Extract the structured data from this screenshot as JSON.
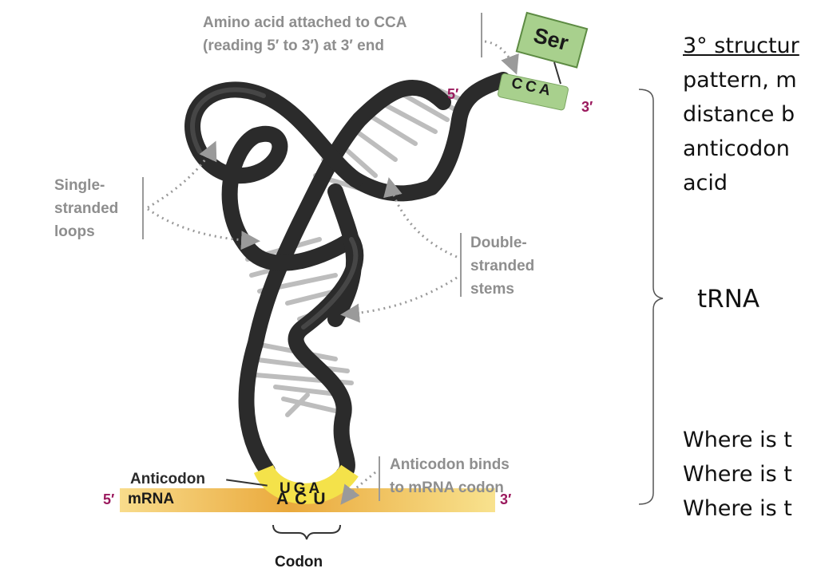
{
  "diagram": {
    "callouts": {
      "amino_acid_line1": "Amino acid attached to CCA",
      "amino_acid_line2": "(reading 5′ to 3′) at 3′ end",
      "loops_line1": "Single-",
      "loops_line2": "stranded",
      "loops_line3": "loops",
      "stems_line1": "Double-",
      "stems_line2": "stranded",
      "stems_line3": "stems",
      "anticodon_binds_line1": "Anticodon binds",
      "anticodon_binds_line2": "to mRNA codon"
    },
    "labels": {
      "ser": "Ser",
      "cca": [
        "C",
        "C",
        "A"
      ],
      "trna_5prime": "5′",
      "trna_3prime": "3′",
      "anticodon": "Anticodon",
      "anticodon_bases": [
        "U",
        "G",
        "A"
      ],
      "mrna": "mRNA",
      "mrna_5prime": "5′",
      "mrna_3prime": "3′",
      "codon_bases": [
        "A",
        "C",
        "U"
      ],
      "codon": "Codon"
    },
    "colors": {
      "backbone": "#2b2b2b",
      "rungs": "#c4c4c4",
      "cca_box": "#a8d08d",
      "ser_box": "#a8d08d",
      "anticodon_fill": "#f4e24a",
      "mrna_bar": "#f3c85a",
      "prime_labels": "#9b1a5e",
      "callout_text": "#8e8e8e"
    }
  },
  "slide": {
    "structure_heading": "3° structur",
    "structure_lines": [
      "pattern, m",
      "distance b",
      "anticodon",
      "acid"
    ],
    "trna_label": "tRNA",
    "questions": [
      "Where is t",
      "Where is t",
      "Where is t"
    ]
  }
}
